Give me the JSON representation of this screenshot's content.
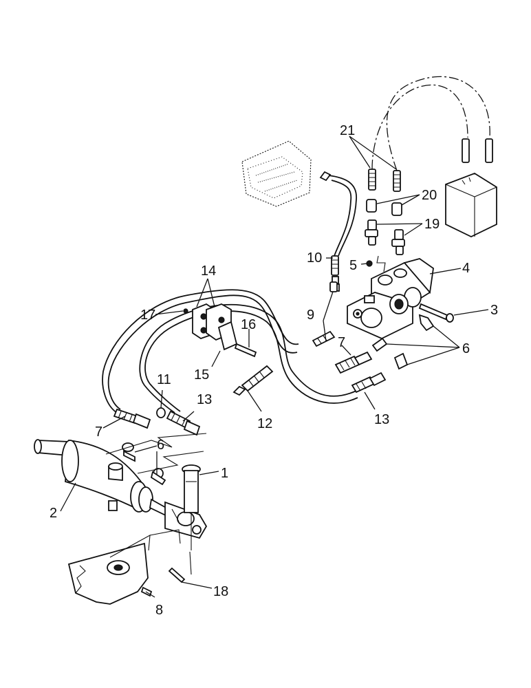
{
  "callouts": {
    "c1": "1",
    "c2": "2",
    "c3": "3",
    "c4": "4",
    "c5": "5",
    "c6a": "6",
    "c6b": "6",
    "c7a": "7",
    "c7b": "7",
    "c8": "8",
    "c9": "9",
    "c10": "10",
    "c11": "11",
    "c12": "12",
    "c13a": "13",
    "c13b": "13",
    "c14": "14",
    "c15": "15",
    "c16": "16",
    "c17": "17",
    "c18": "18",
    "c19": "19",
    "c20": "20",
    "c21": "21"
  }
}
